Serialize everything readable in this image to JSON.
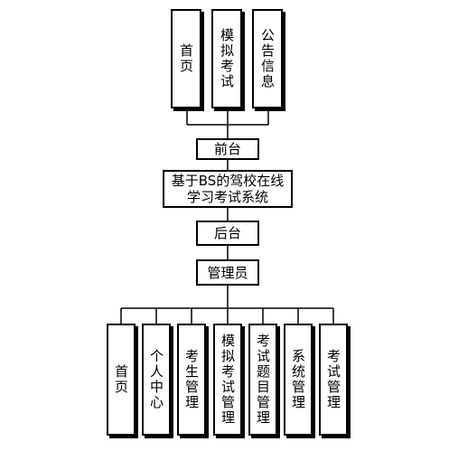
{
  "front": {
    "items": [
      "首页",
      "模拟考试",
      "公告信息"
    ],
    "label": "前台"
  },
  "system": {
    "title_line1": "基于BS的驾校在线",
    "title_line2": "学习考试系统"
  },
  "back": {
    "label": "后台",
    "admin": "管理员",
    "items": [
      "首页",
      "个人中心",
      "考生管理",
      "模拟考试管理",
      "考试题目管理",
      "系统管理",
      "考试管理"
    ]
  }
}
